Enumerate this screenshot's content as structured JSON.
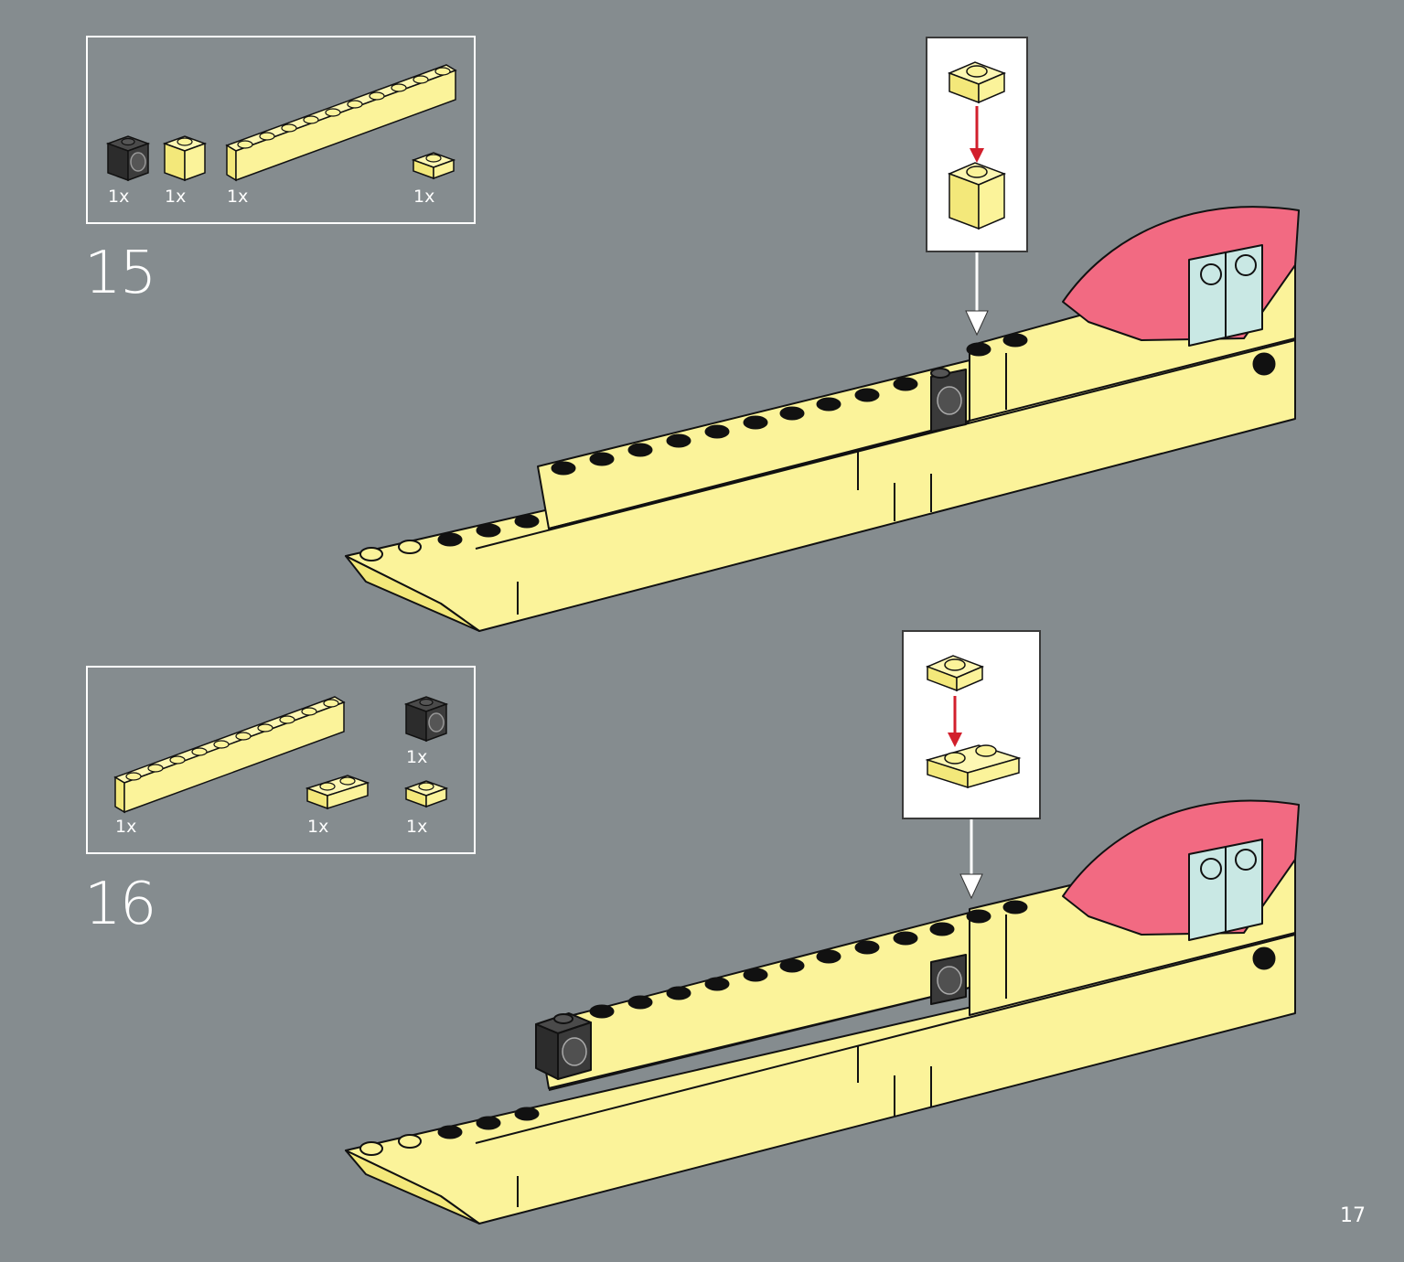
{
  "page_number": "17",
  "steps": [
    {
      "number": "15",
      "parts": [
        {
          "qty": "1x",
          "part": "dark-gray-technic-brick-1x1"
        },
        {
          "qty": "1x",
          "part": "yellow-brick-1x1"
        },
        {
          "qty": "1x",
          "part": "yellow-brick-1x10"
        },
        {
          "qty": "1x",
          "part": "yellow-plate-1x1"
        }
      ]
    },
    {
      "number": "16",
      "parts": [
        {
          "qty": "1x",
          "part": "yellow-brick-1x10"
        },
        {
          "qty": "1x",
          "part": "dark-gray-technic-brick-1x1"
        },
        {
          "qty": "1x",
          "part": "yellow-plate-1x2"
        },
        {
          "qty": "1x",
          "part": "yellow-plate-1x1"
        }
      ]
    }
  ],
  "colors": {
    "background": "#858c8f",
    "yellow": "#fbf39a",
    "pink": "#f26a82",
    "dark_gray": "#3a3a3a",
    "light_blue": "#c9e8e4",
    "red_arrow": "#d21f2c"
  }
}
